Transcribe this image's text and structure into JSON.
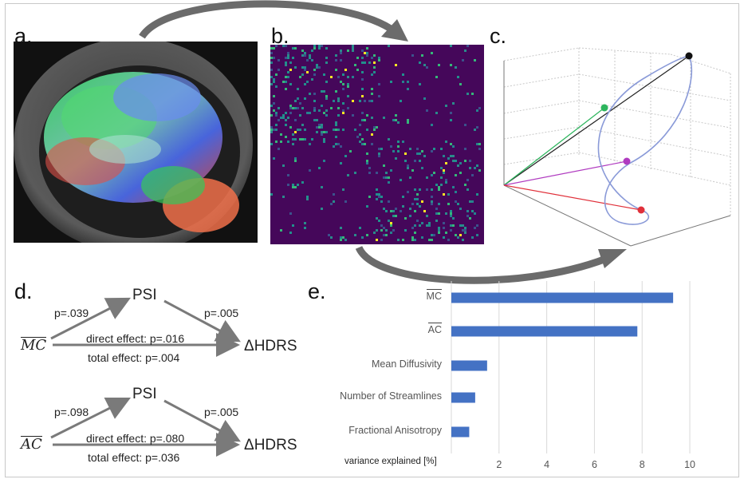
{
  "panel_labels": {
    "a": "a.",
    "b": "b.",
    "c": "c.",
    "d": "d.",
    "e": "e."
  },
  "mediation": [
    {
      "predictor": "MC",
      "mediator": "PSI",
      "outcome": "ΔHDRS",
      "p_a": "p=.039",
      "p_b": "p=.005",
      "direct": "direct effect: p=.016",
      "total": "total effect: p=.004"
    },
    {
      "predictor": "AC",
      "mediator": "PSI",
      "outcome": "ΔHDRS",
      "p_a": "p=.098",
      "p_b": "p=.005",
      "direct": "direct effect: p=.080",
      "total": "total effect: p=.036"
    }
  ],
  "colors": {
    "bar": "#4472c4",
    "trajectory": "#8a9ad8",
    "green": "#2db55d",
    "magenta": "#b03bc0",
    "red": "#e0303a",
    "heatmap_bg": "#45075a"
  },
  "chart_data": {
    "type": "bar",
    "orientation": "horizontal",
    "categories": [
      "MC",
      "AC",
      "Mean Diffusivity",
      "Number of Streamlines",
      "Fractional Anisotropy"
    ],
    "overline_categories": [
      true,
      true,
      false,
      false,
      false
    ],
    "values": [
      9.3,
      7.8,
      1.5,
      1.0,
      0.75
    ],
    "xticks": [
      "2",
      "4",
      "6",
      "8",
      "10"
    ],
    "xlim": [
      0,
      10.5
    ],
    "xlabel": "variance explained [%]",
    "grid": true
  }
}
